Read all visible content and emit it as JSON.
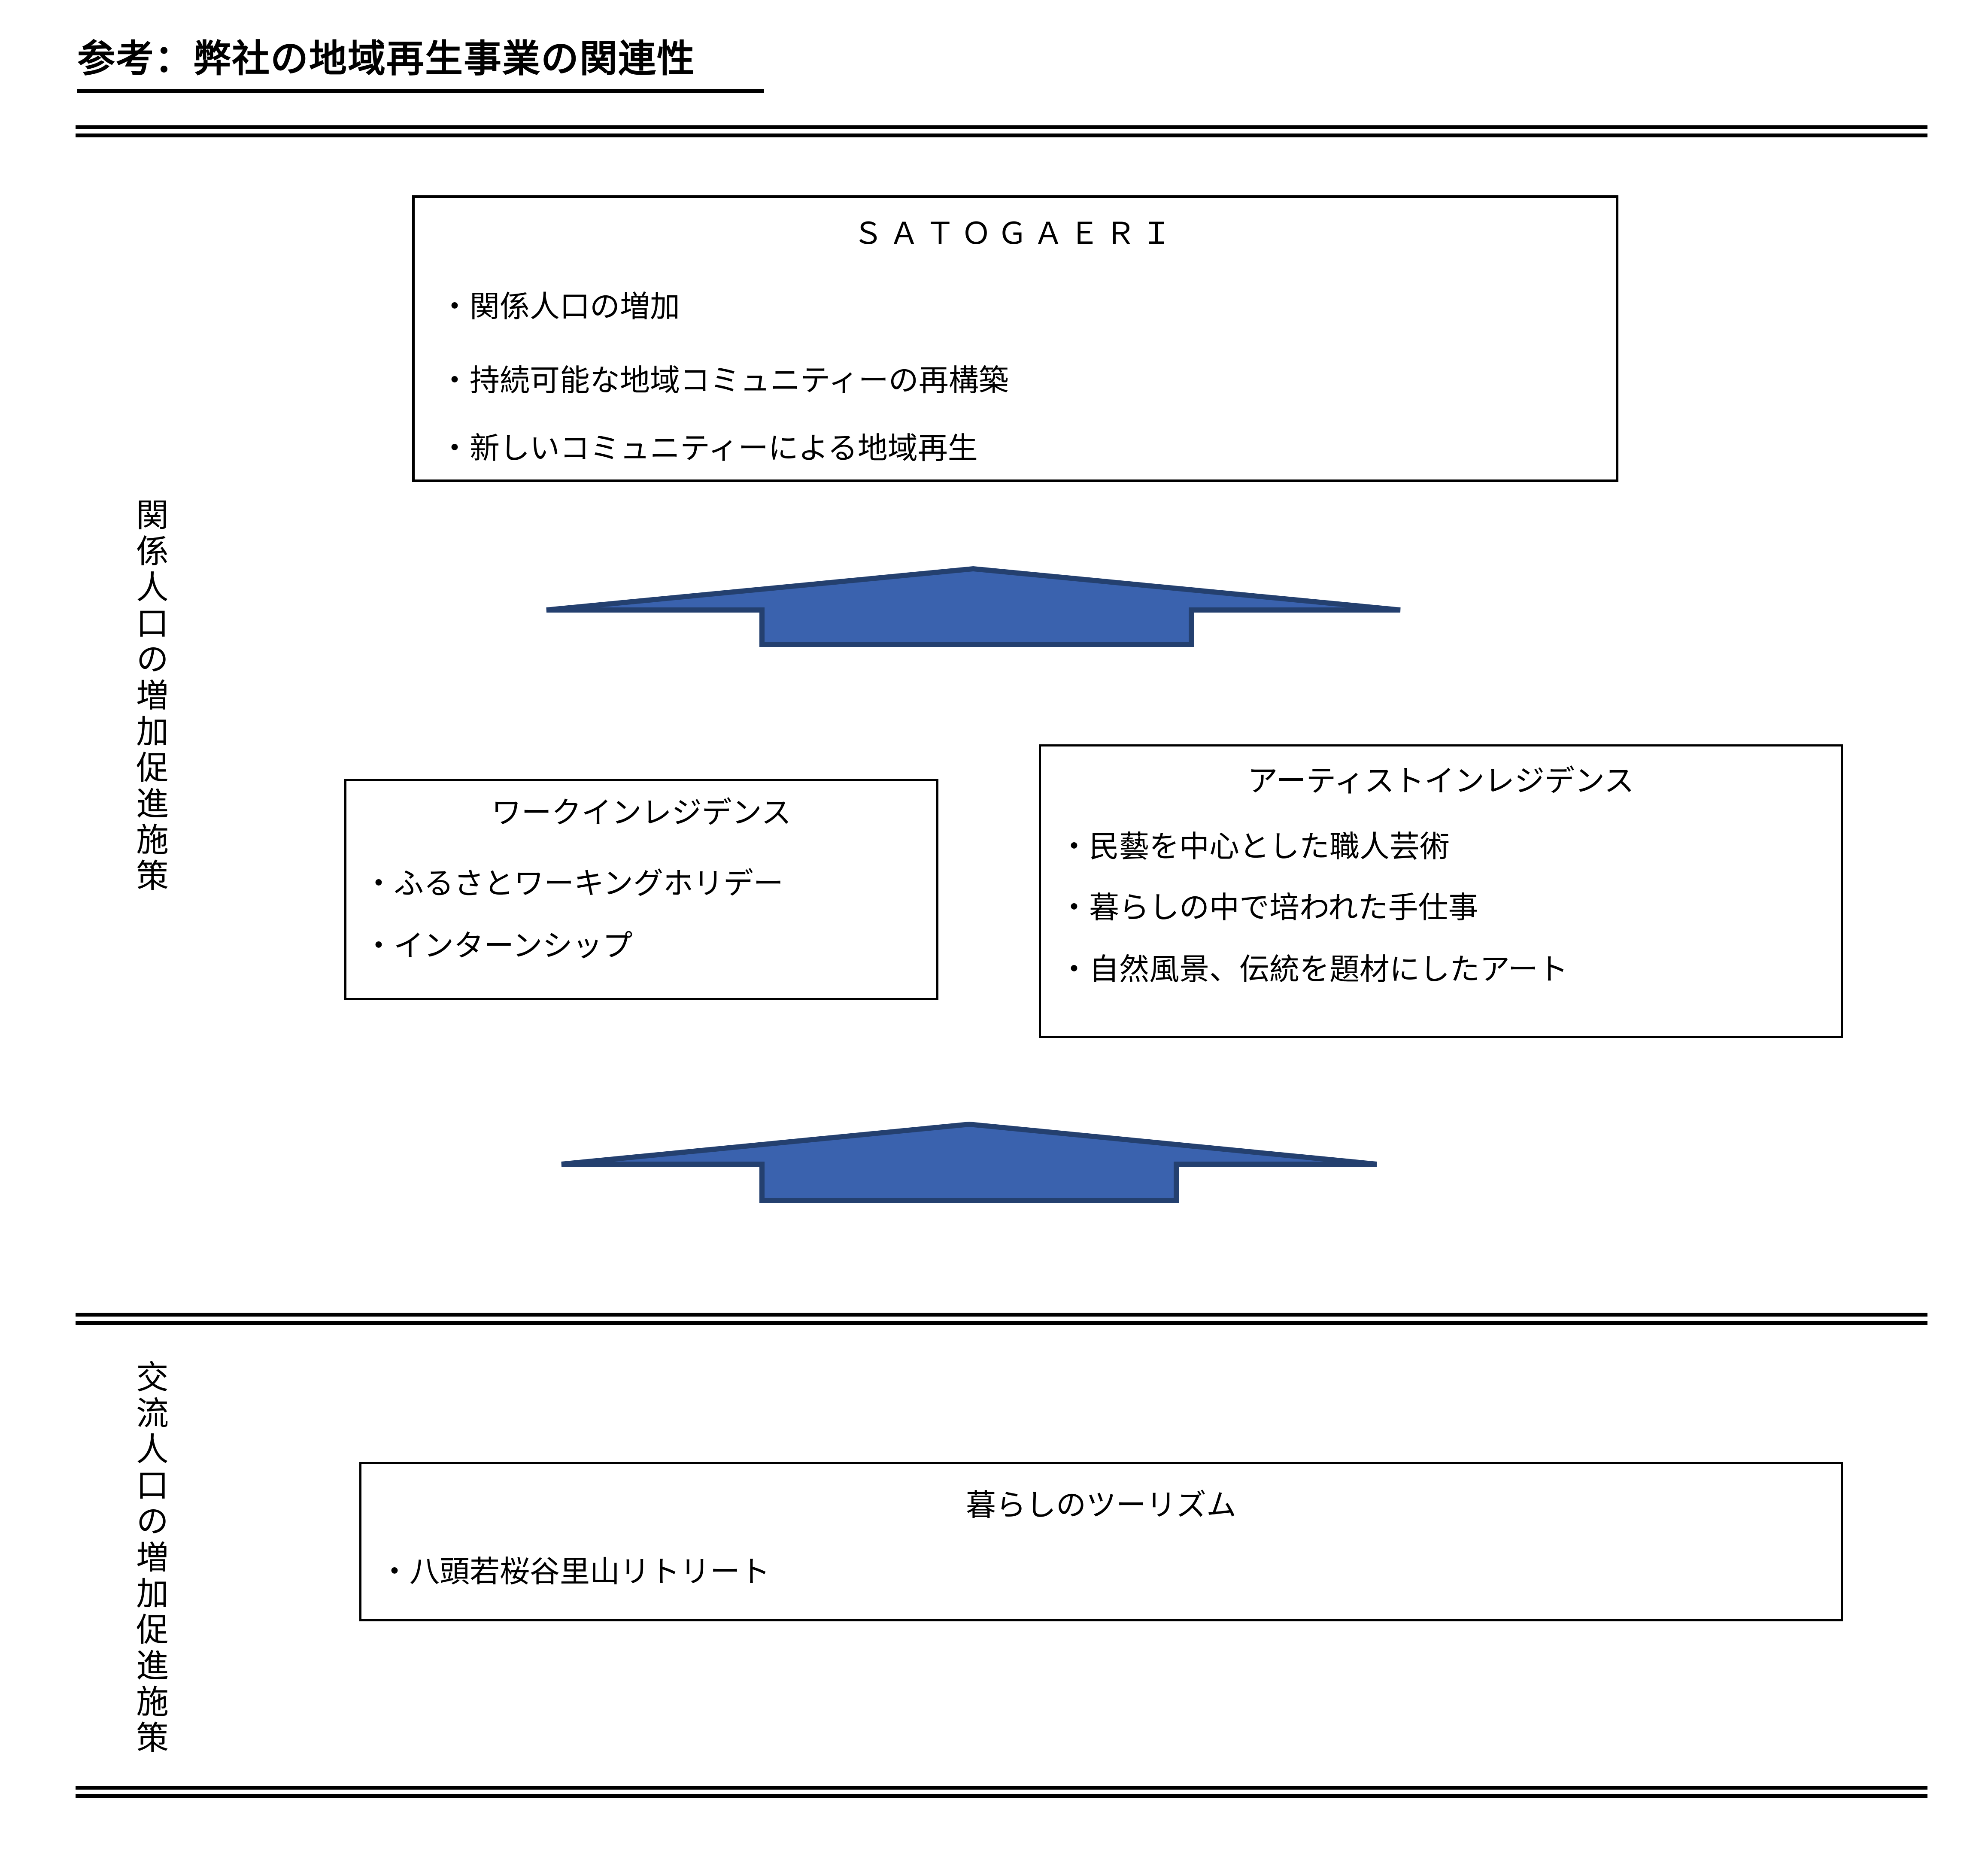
{
  "page": {
    "title": "参考：弊社の地域再生事業の関連性"
  },
  "side_labels": {
    "related_population": "関係人口の増加促進施策",
    "exchange_population": "交流人口の増加促進施策"
  },
  "sections": {
    "satogaeri": {
      "title": "ＳＡＴＯＧＡＥＲＩ",
      "bullets": [
        "・関係人口の増加",
        "・持続可能な地域コミュニティーの再構築",
        "・新しいコミュニティーによる地域再生"
      ]
    },
    "work_in_residence": {
      "title": "ワークインレジデンス",
      "bullets": [
        "・ふるさとワーキングホリデー",
        "・インターンシップ"
      ]
    },
    "artist_in_residence": {
      "title": "アーティストインレジデンス",
      "bullets": [
        "・民藝を中心とした職人芸術",
        "・暮らしの中で培われた手仕事",
        "・自然風景、伝統を題材にしたアート"
      ]
    },
    "living_tourism": {
      "title": "暮らしのツーリズム",
      "bullets": [
        "・八頭若桜谷里山リトリート"
      ]
    }
  },
  "colors": {
    "arrow_fill": "#3A62AE",
    "arrow_border": "#24406F",
    "line_color": "#000000"
  }
}
